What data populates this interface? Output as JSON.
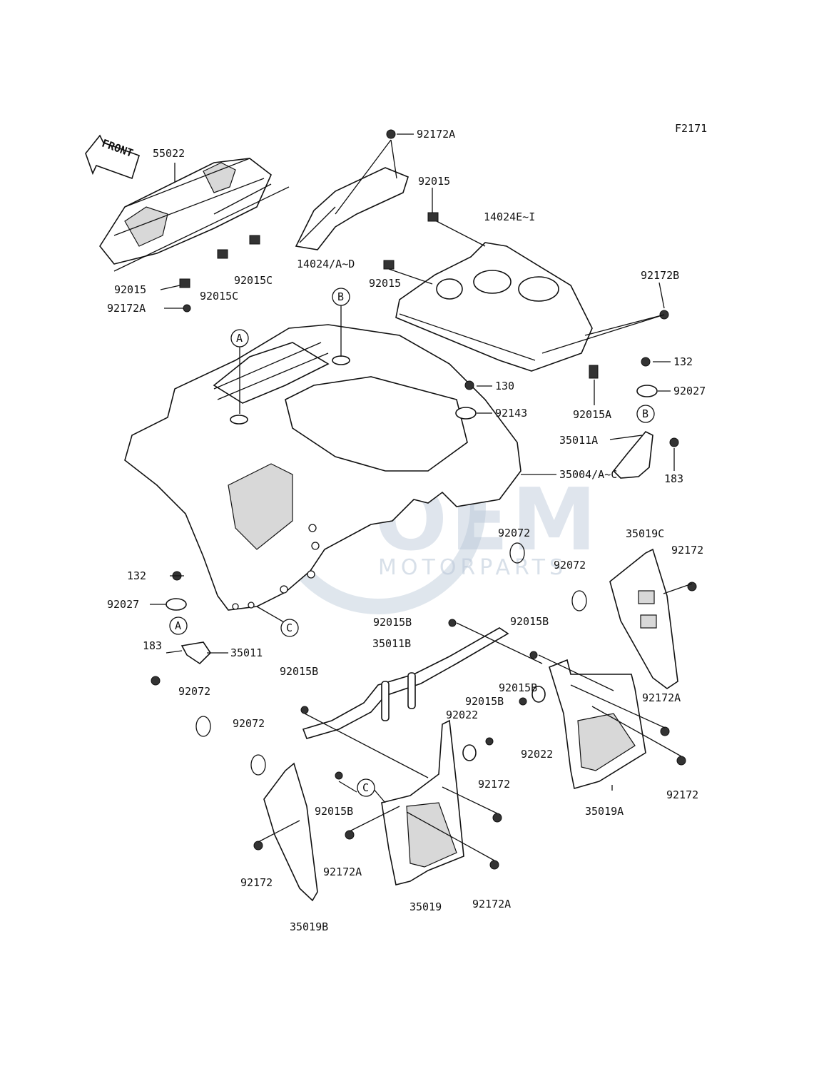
{
  "figure_code": "F2171",
  "front_label": "FRONT",
  "watermark": {
    "brand": "OEM",
    "sub": "MOTORPARTS"
  },
  "callouts": {
    "p55022": "55022",
    "p92172A_top": "92172A",
    "p92015_top": "92015",
    "p14024E": "14024E~I",
    "p14024AD": "14024/A~D",
    "p92015_mid": "92015",
    "p92015_left": "92015",
    "p92015C_1": "92015C",
    "p92015C_2": "92015C",
    "p92172A_left": "92172A",
    "p92172B": "92172B",
    "p132_right": "132",
    "p130": "130",
    "p92143": "92143",
    "p92015A": "92015A",
    "p92027_right": "92027",
    "p35011A": "35011A",
    "p35004": "35004/A~C",
    "p183_right": "183",
    "p92072_a": "92072",
    "p92072_b": "92072",
    "p35019C": "35019C",
    "p92172_right": "92172",
    "p132_left": "132",
    "p92027_left": "92027",
    "p183_left": "183",
    "p35011": "35011",
    "p92015B_a": "92015B",
    "p92015B_b": "92015B",
    "p35011B": "35011B",
    "p92015B_c": "92015B",
    "p92015B_d": "92015B",
    "p92015B_e": "92015B",
    "p92022_a": "92022",
    "p92022_b": "92022",
    "p92172A_r1": "92172A",
    "p92072_c": "92072",
    "p92072_d": "92072",
    "p92172_c": "92172",
    "p92172_rb": "92172",
    "p92015B_f": "92015B",
    "p92172A_c": "92172A",
    "p35019A": "35019A",
    "p92172_lb": "92172",
    "p35019": "35019",
    "p92172A_b": "92172A",
    "p35019B": "35019B"
  },
  "markers": {
    "a": "A",
    "b": "B",
    "c": "C"
  }
}
